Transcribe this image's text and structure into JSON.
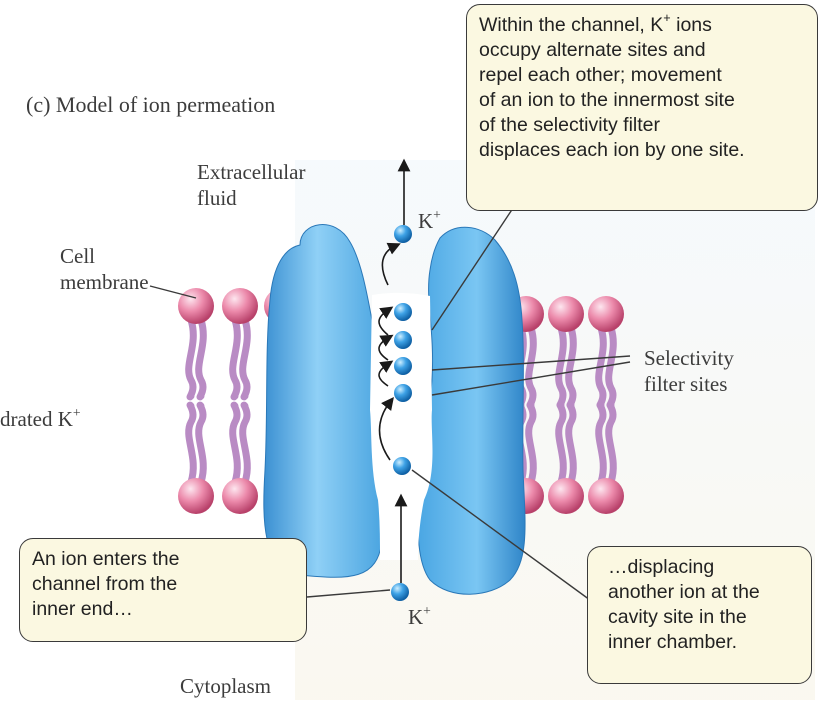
{
  "panel_label": "(c) Model of ion permeation",
  "labels": {
    "extracellular": [
      "Extracellular",
      "fluid"
    ],
    "cell_membrane": [
      "Cell",
      "membrane"
    ],
    "hydrated": "drated K",
    "hydrated_sup": "+",
    "selectivity": [
      "Selectivity",
      "filter sites"
    ],
    "k_top": "K",
    "k_bottom": "K",
    "k_sup": "+",
    "cytoplasm": "Cytoplasm"
  },
  "callouts": {
    "top": [
      "Within the channel, K",
      "+",
      " ions",
      "occupy alternate sites and",
      "repel each other; movement",
      "of an ion to the innermost site",
      "of the selectivity filter",
      "displaces each ion by one site."
    ],
    "left": [
      "An ion enters the",
      "channel from the",
      "inner end…"
    ],
    "right": [
      "…displacing",
      "another ion at the",
      "cavity site in the",
      "inner chamber."
    ]
  },
  "colors": {
    "channel": "#5fb0e6",
    "ion": "#2d8ed4",
    "lipid_head": "#e87fa0",
    "lipid_tail": "#b98bc4",
    "callout_bg": "#fbf8e1"
  }
}
